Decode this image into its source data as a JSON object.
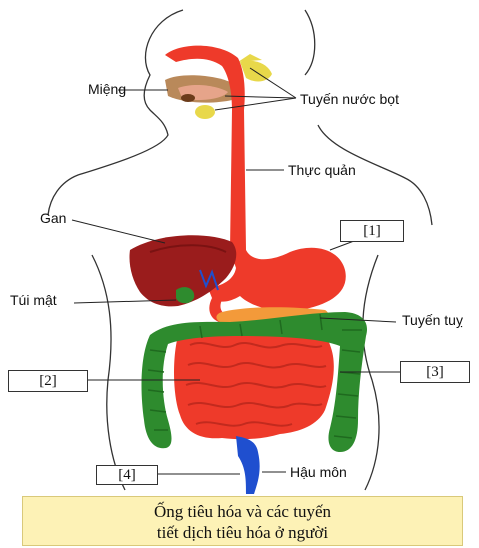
{
  "labels": {
    "mouth": "Miệng",
    "salivary": "Tuyến nước bọt",
    "esophagus": "Thực quản",
    "liver": "Gan",
    "gallbladder": "Túi mật",
    "pancreas": "Tuyến tuỵ",
    "anus": "Hậu môn"
  },
  "boxes": {
    "b1": "[1]",
    "b2": "[2]",
    "b3": "[3]",
    "b4": "[4]"
  },
  "caption": {
    "line1": "Ống tiêu hóa và các tuyến",
    "line2": "tiết dịch tiêu hóa ở người"
  },
  "colors": {
    "digestive_tract": "#ee3a2a",
    "liver": "#9a1c1c",
    "large_intestine": "#2e8b2e",
    "pancreas": "#f39a3a",
    "rectum": "#1f4fcf",
    "salivary": "#e8d84a",
    "caption_bg": "#fdf2b6"
  }
}
